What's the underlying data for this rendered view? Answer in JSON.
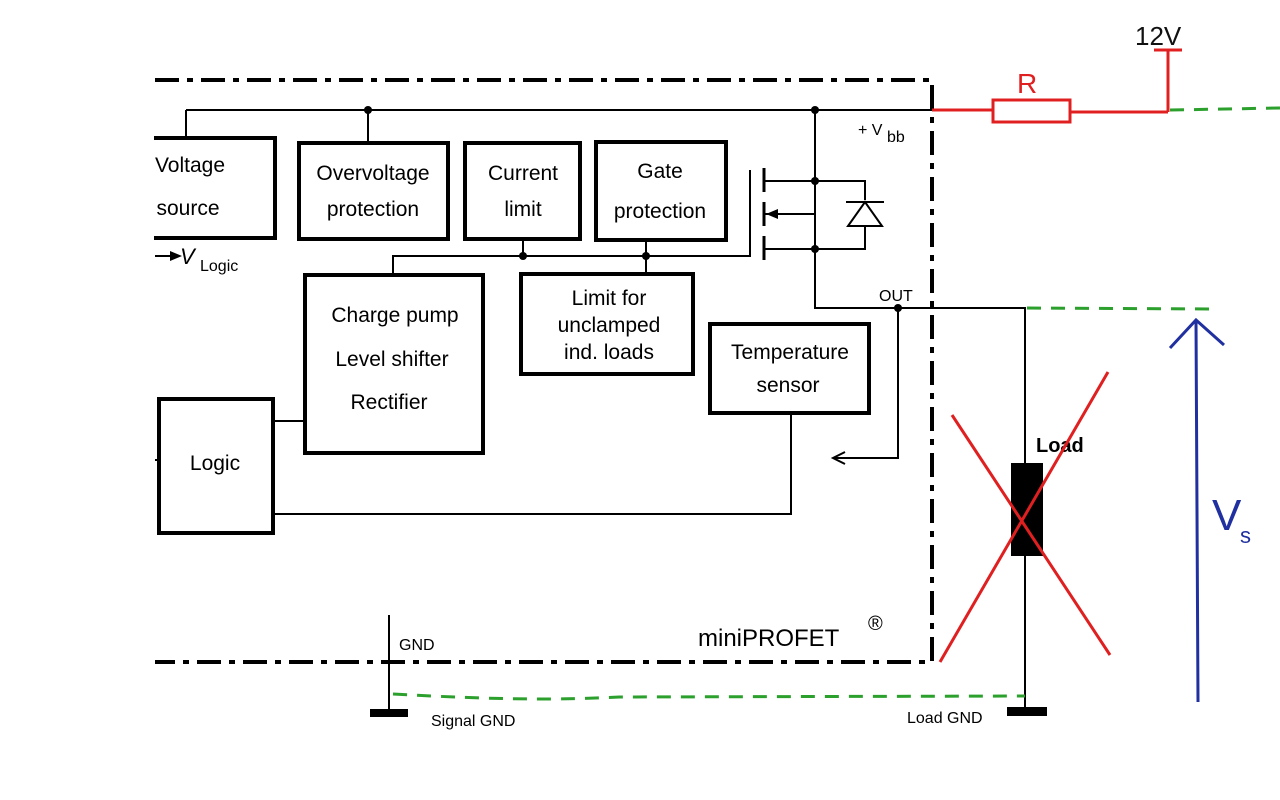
{
  "diagram": {
    "chip_name": "miniPROFET",
    "registered_mark": "®",
    "blocks": {
      "voltage_source": [
        "Voltage",
        "source"
      ],
      "overvoltage": [
        "Overvoltage",
        "protection"
      ],
      "current_limit": [
        "Current",
        "limit"
      ],
      "gate_protection": [
        "Gate",
        "protection"
      ],
      "charge_pump": [
        "Charge pump",
        "Level shifter",
        "Rectifier"
      ],
      "unclamped": [
        "Limit for",
        "unclamped",
        "ind. loads"
      ],
      "temperature": [
        "Temperature",
        "sensor"
      ],
      "logic": "Logic"
    },
    "labels": {
      "vlogic_v": "V",
      "vlogic_sub": "Logic",
      "vbb": "+ V",
      "vbb_sub": "bb",
      "out": "OUT",
      "gnd": "GND",
      "signal_gnd": "Signal GND",
      "load": "Load",
      "load_gnd": "Load GND"
    },
    "annotations": {
      "supply": "12V",
      "resistor": "R",
      "vs": "V",
      "vs_sub": "s"
    },
    "colors": {
      "red_annotation": "#e02020",
      "green_annotation": "#2ca02c",
      "blue_annotation": "#2030a0"
    }
  }
}
